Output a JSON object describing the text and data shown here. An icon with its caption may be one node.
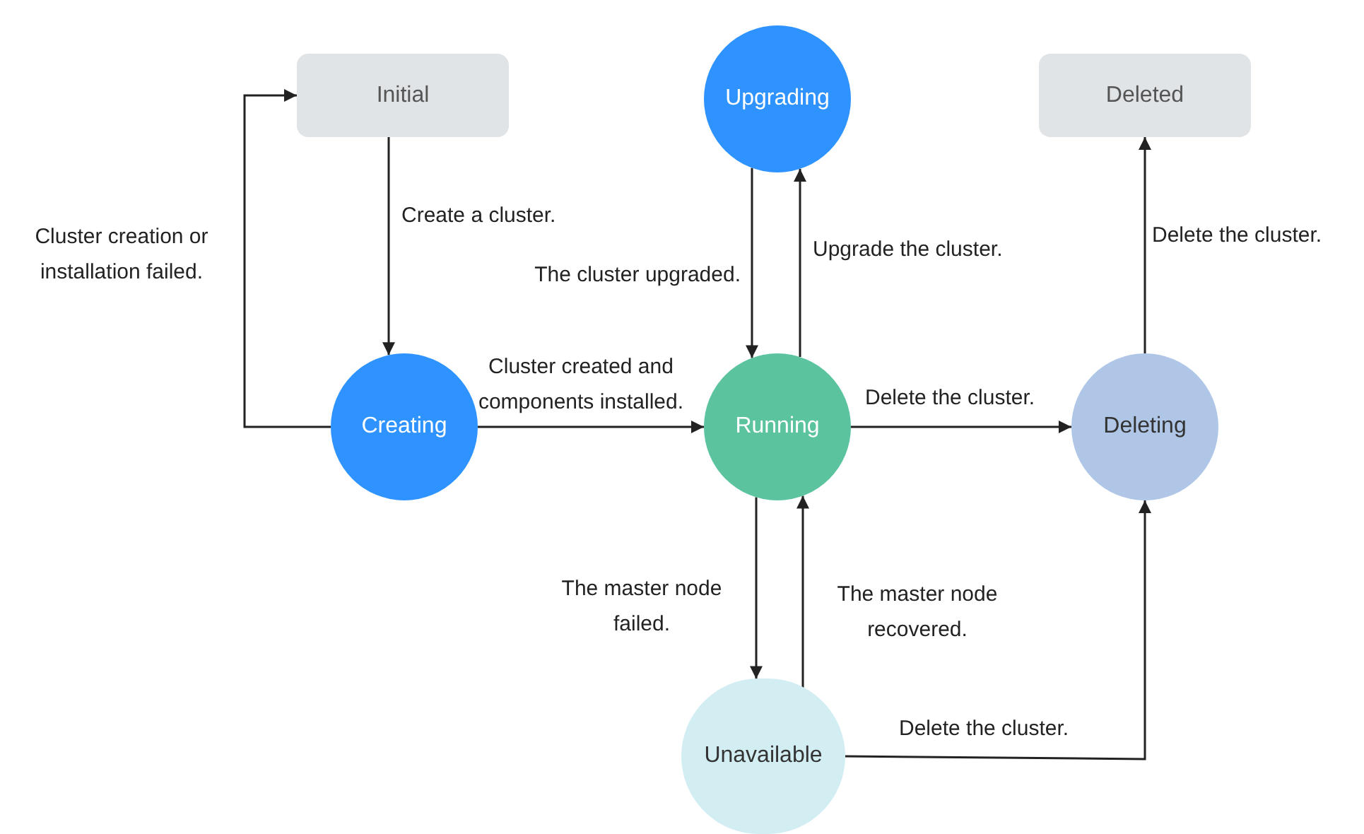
{
  "diagram": {
    "nodes": [
      {
        "text": [
          "Initial"
        ]
      },
      {
        "text": [
          "Upgrading"
        ]
      },
      {
        "text": [
          "Deleted"
        ]
      },
      {
        "text": [
          "Creating"
        ]
      },
      {
        "text": [
          "Running"
        ]
      },
      {
        "text": [
          "Deleting"
        ]
      },
      {
        "text": [
          "Unavailable"
        ]
      }
    ],
    "edges": [
      {
        "from": 0,
        "to": 3,
        "arrow": "to",
        "label": "Create a cluster."
      },
      {
        "from": 3,
        "to": 0,
        "arrow": "to",
        "label": "Cluster creation or installation failed."
      },
      {
        "from": 3,
        "to": 4,
        "arrow": "to",
        "label": "Cluster created and components installed."
      },
      {
        "from": 1,
        "to": 4,
        "arrow": "to",
        "label": "The cluster upgraded."
      },
      {
        "from": 4,
        "to": 1,
        "arrow": "to",
        "label": "Upgrade the cluster."
      },
      {
        "from": 4,
        "to": 5,
        "arrow": "to",
        "label": "Delete the cluster."
      },
      {
        "from": 5,
        "to": 2,
        "arrow": "to",
        "label": "Delete the cluster."
      },
      {
        "from": 4,
        "to": 6,
        "arrow": "to",
        "label": "The master node failed."
      },
      {
        "from": 6,
        "to": 4,
        "arrow": "to",
        "label": "The master node recovered."
      },
      {
        "from": 6,
        "to": 5,
        "arrow": "to",
        "label": "Delete the cluster."
      }
    ]
  }
}
